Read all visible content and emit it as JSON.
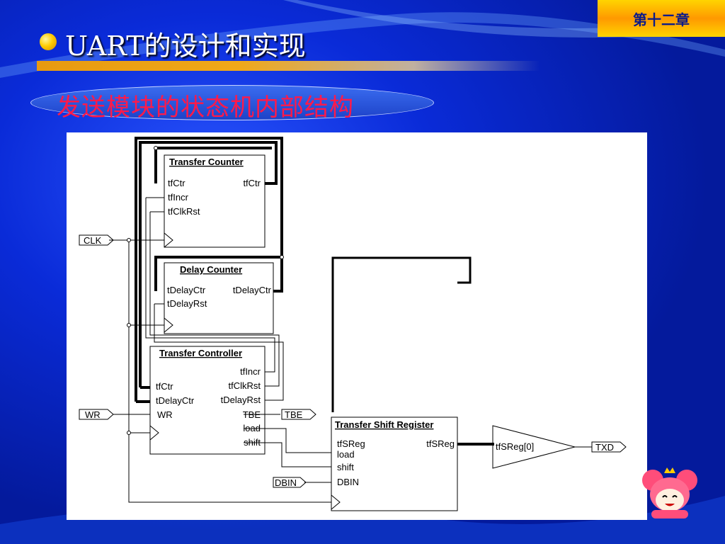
{
  "header": {
    "chapter": "第十二章",
    "title": "UART的设计和实现",
    "subtitle": "发送模块的状态机内部结构"
  },
  "diagram": {
    "blocks": {
      "transfer_counter": {
        "title": "Transfer Counter",
        "ports_left": [
          "tfCtr",
          "tfIncr",
          "tfClkRst"
        ],
        "ports_right": [
          "tfCtr"
        ]
      },
      "delay_counter": {
        "title": "Delay Counter",
        "ports_left": [
          "tDelayCtr",
          "tDelayRst"
        ],
        "ports_right": [
          "tDelayCtr"
        ]
      },
      "transfer_controller": {
        "title": "Transfer Controller",
        "ports_left": [
          "tfCtr",
          "tDelayCtr",
          "WR"
        ],
        "ports_right": [
          "tfIncr",
          "tfClkRst",
          "tDelayRst",
          "TBE",
          "load",
          "shift"
        ]
      },
      "shift_register": {
        "title": "Transfer Shift Register",
        "ports_left": [
          "tfSReg",
          "load",
          "shift",
          "DBIN"
        ],
        "ports_right": [
          "tfSReg"
        ]
      }
    },
    "buffer_label": "tfSReg[0]",
    "io": {
      "clk": "CLK",
      "wr": "WR",
      "tbe": "TBE",
      "dbin": "DBIN",
      "txd": "TXD"
    }
  },
  "colors": {
    "background": "#0a2bd8",
    "chapter_tab": "#ffb400",
    "subtitle_text": "#ff1a4a",
    "title_bar": "#e89a10"
  },
  "icons": [
    "bullet-icon",
    "mascot-icon"
  ]
}
